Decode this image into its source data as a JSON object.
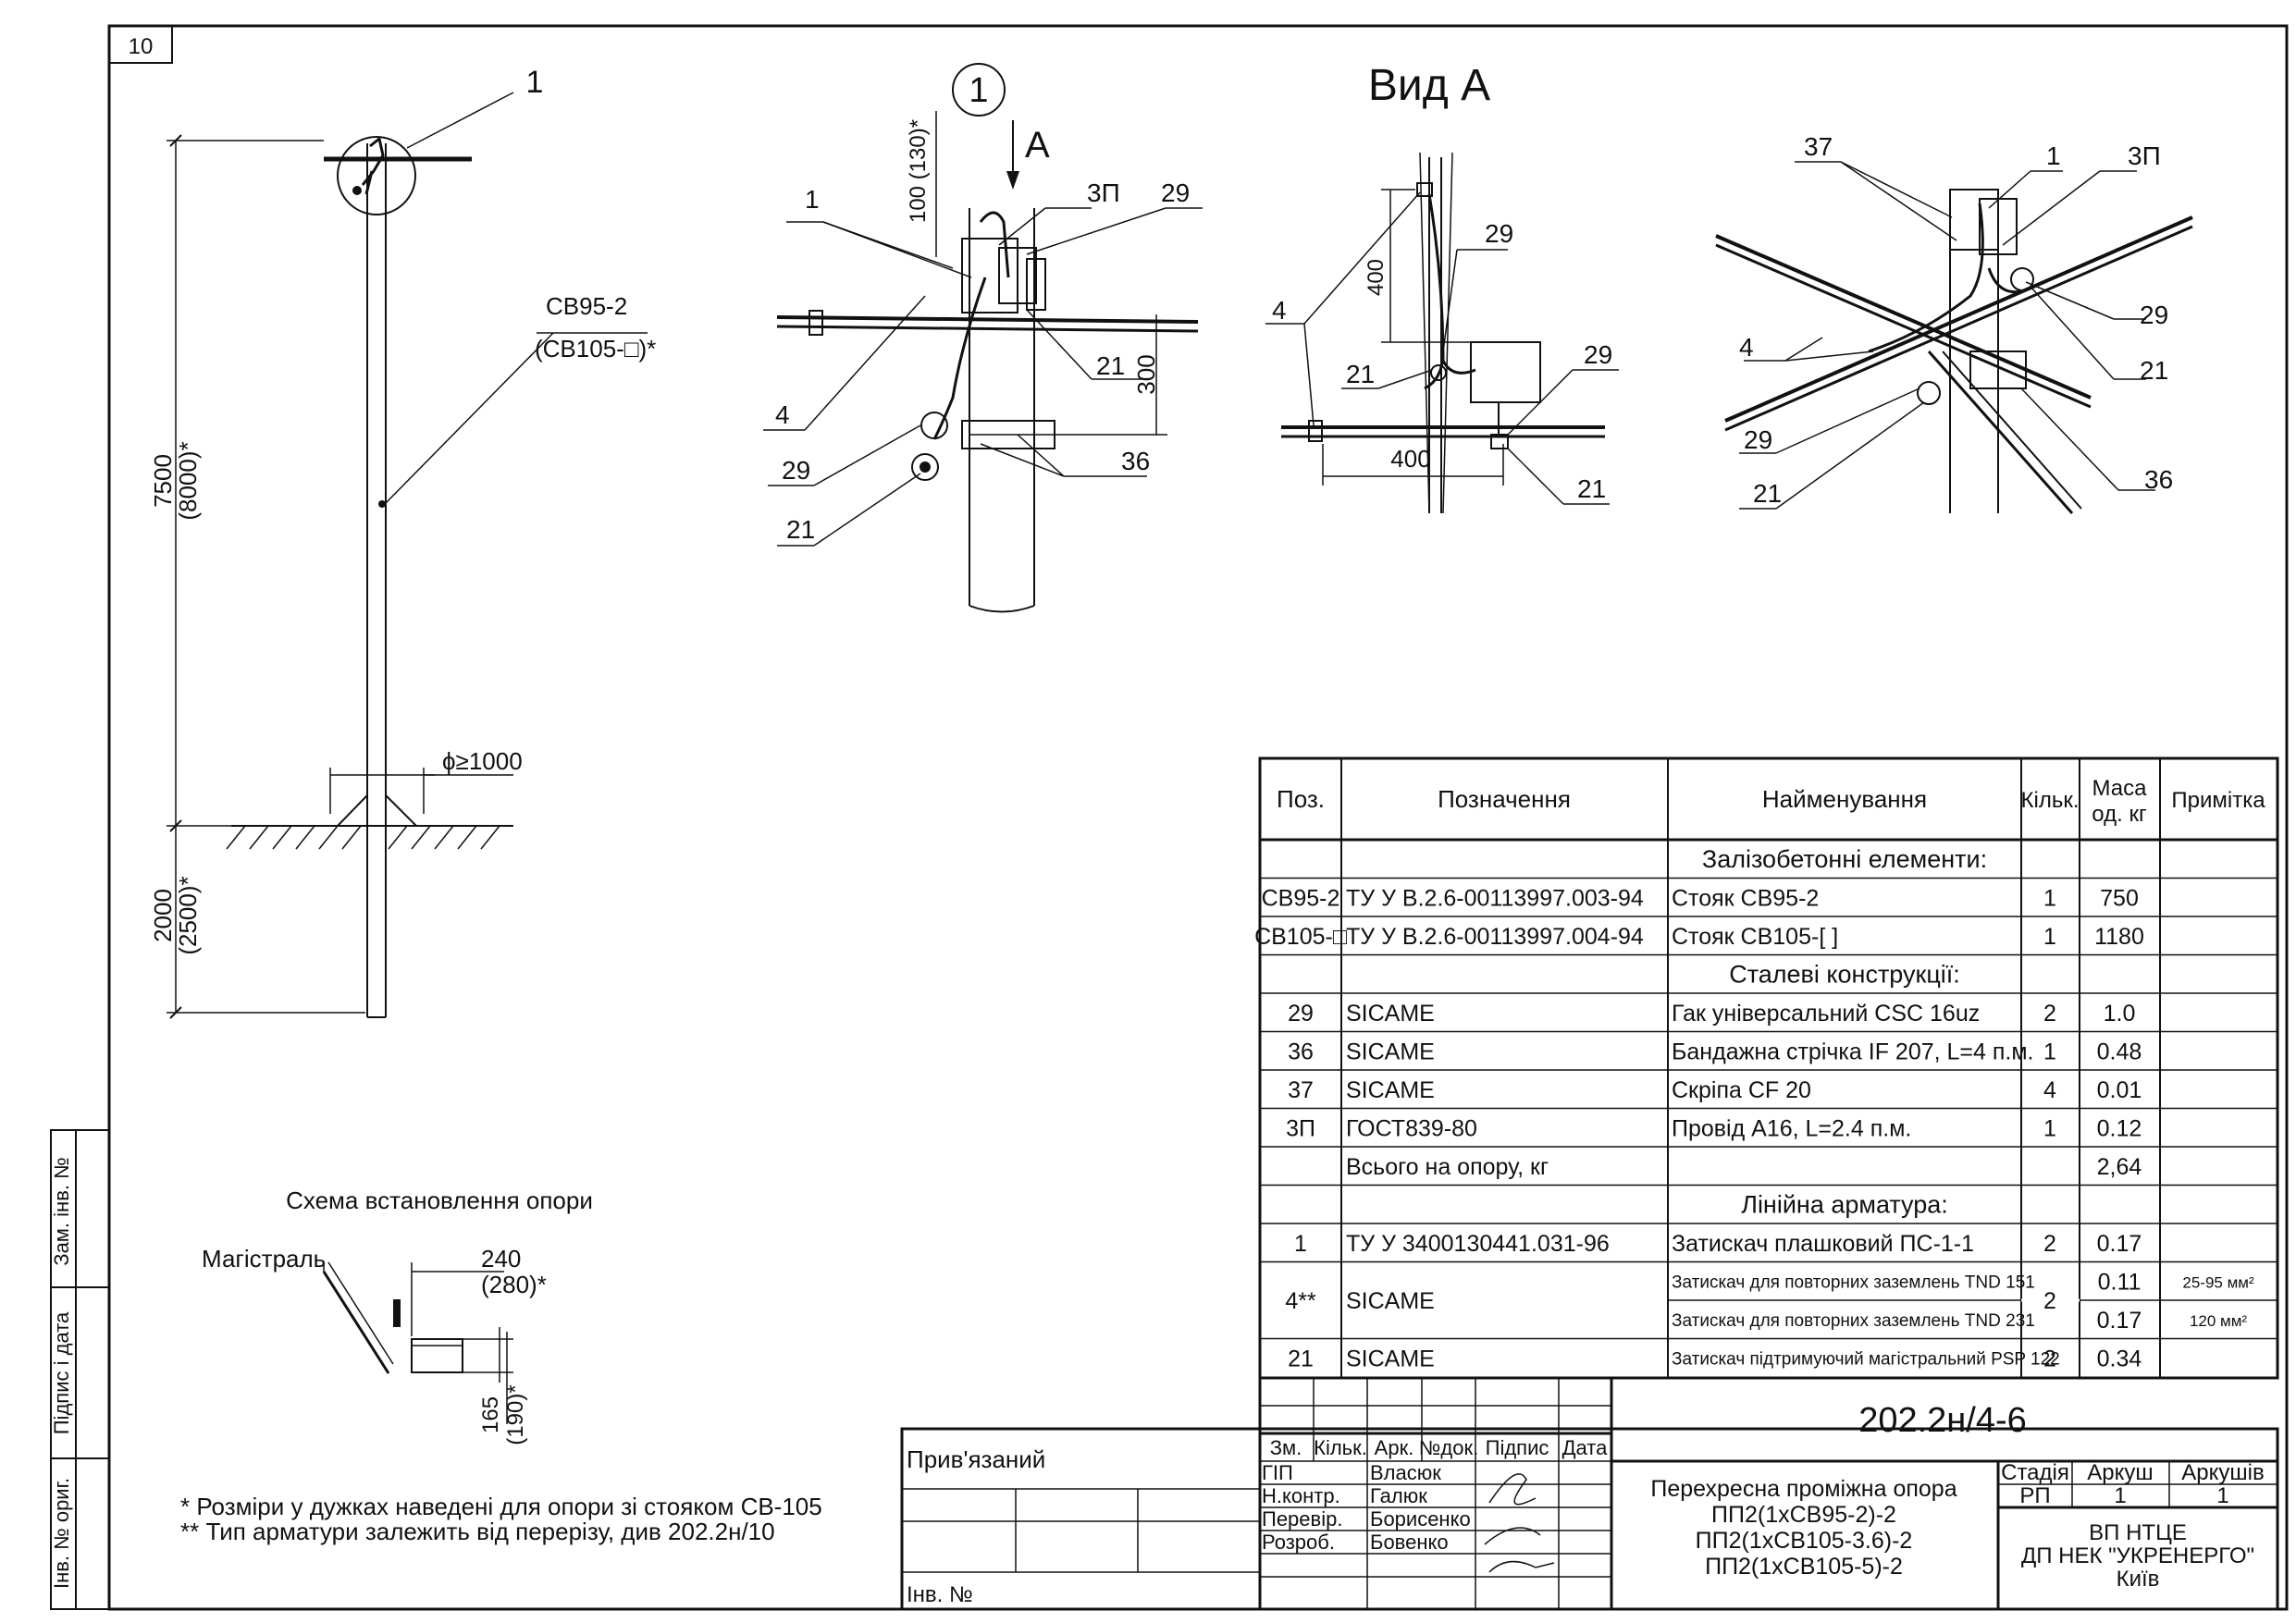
{
  "sheet": {
    "page_number": "10",
    "designation": "202.2н/4-6"
  },
  "main_view": {
    "callout": "1",
    "wire_label": "СВ95-2",
    "wire_label_alt": "(СВ105-□)*",
    "height_above": "7500",
    "height_above_alt": "(8000)*",
    "depth": "2000",
    "depth_alt": "(2500)*",
    "diameter": "ϕ≥1000"
  },
  "detail1": {
    "callout": "1",
    "arrow_label": "А",
    "dim_top": "100 (130)*",
    "dim_band": "300",
    "labels": {
      "p1": "1",
      "p3p": "3П",
      "p29": "29",
      "p21a": "21",
      "p4": "4",
      "p36": "36",
      "p29b": "29",
      "p21b": "21"
    }
  },
  "view_a": {
    "title": "Вид А",
    "dim_v": "400",
    "dim_h": "400",
    "labels": {
      "p4": "4",
      "p29": "29",
      "p21": "21",
      "p29b": "29",
      "p21b": "21"
    }
  },
  "iso_view": {
    "labels": {
      "p37": "37",
      "p1": "1",
      "p3p": "3П",
      "p29": "29",
      "p21": "21",
      "p4": "4",
      "p36": "36",
      "p29b": "29",
      "p21b": "21"
    }
  },
  "scheme": {
    "title": "Схема встановлення опори",
    "magistral": "Магістраль",
    "dim_w": "240",
    "dim_w_alt": "(280)*",
    "dim_h": "165",
    "dim_h_alt": "(190)*"
  },
  "notes": [
    "* Розміри у дужках наведені для опори зі стояком СВ-105",
    "** Тип арматури залежить від перерізу, див 202.2н/10"
  ],
  "left_strip": [
    "Зам. інв. №",
    "Підпис і дата",
    "Інв. № ориг."
  ],
  "spec": {
    "headers": [
      "Поз.",
      "Позначення",
      "Найменування",
      "Кільк.",
      "Маса од. кг",
      "Примітка"
    ],
    "rows": [
      {
        "section": "Залізобетонні елементи:"
      },
      {
        "pos": "СВ95-2",
        "des": "ТУ У В.2.6-00113997.003-94",
        "name": "Стояк СВ95-2",
        "qty": "1",
        "mass": "750",
        "note": ""
      },
      {
        "pos": "СВ105-□",
        "des": "ТУ У В.2.6-00113997.004-94",
        "name": "Стояк СВ105-[      ]",
        "qty": "1",
        "mass": "1180",
        "note": ""
      },
      {
        "section": "Сталеві конструкції:"
      },
      {
        "pos": "29",
        "des": "SICAME",
        "name": "Гак універсальний CSC 16uz",
        "qty": "2",
        "mass": "1.0",
        "note": ""
      },
      {
        "pos": "36",
        "des": "SICAME",
        "name": "Бандажна стрічка IF 207, L=4 п.м.",
        "qty": "1",
        "mass": "0.48",
        "note": ""
      },
      {
        "pos": "37",
        "des": "SICAME",
        "name": "Скріпа CF 20",
        "qty": "4",
        "mass": "0.01",
        "note": ""
      },
      {
        "pos": "3П",
        "des": "ГОСТ839-80",
        "name": "Провід А16, L=2.4 п.м.",
        "qty": "1",
        "mass": "0.12",
        "note": ""
      },
      {
        "pos": "",
        "des": "Всього на опору, кг",
        "name": "",
        "qty": "",
        "mass": "2,64",
        "note": ""
      },
      {
        "section": "Лінійна арматура:"
      },
      {
        "pos": "1",
        "des": "ТУ У 3400130441.031-96",
        "name": "Затискач плашковий ПС-1-1",
        "qty": "2",
        "mass": "0.17",
        "note": ""
      },
      {
        "pos": "4**",
        "des": "SICAME",
        "name": "Затискач для повторних заземлень TND 151",
        "qty": "2",
        "mass": "0.11",
        "note": "25-95 мм²",
        "name2": "Затискач для повторних заземлень TND 231",
        "mass2": "0.17",
        "note2": "120 мм²"
      },
      {
        "pos": "21",
        "des": "SICAME",
        "name": "Затискач підтримуючий магістральний PSP 122",
        "qty": "2",
        "mass": "0.34",
        "note": ""
      }
    ]
  },
  "title_block": {
    "priv": "Прив'язаний",
    "inv": "Інв. №",
    "cols": [
      "Зм.",
      "Кільк.",
      "Арк.",
      "№док.",
      "Підпис",
      "Дата"
    ],
    "people": [
      {
        "role": "ГІП",
        "name": "Власюк"
      },
      {
        "role": "Н.контр.",
        "name": "Галюк"
      },
      {
        "role": "Перевір.",
        "name": "Борисенко"
      },
      {
        "role": "Розроб.",
        "name": "Бовенко"
      }
    ],
    "object": [
      "Перехресна проміжна опора",
      "ПП2(1хСВ95-2)-2",
      "ПП2(1хСВ105-3.6)-2",
      "ПП2(1хСВ105-5)-2"
    ],
    "stage_h": "Стадія",
    "sheet_h": "Аркуш",
    "sheets_h": "Аркушів",
    "stage": "РП",
    "sheet": "1",
    "sheets": "1",
    "org": [
      "ВП НТЦЕ",
      "ДП НЕК \"УКРЕНЕРГО\"",
      "Київ"
    ]
  }
}
